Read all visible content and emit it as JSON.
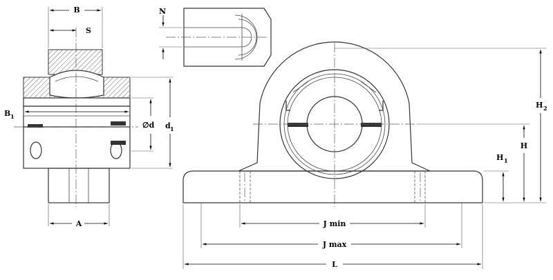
{
  "labels": {
    "B": "B",
    "S": "S",
    "N": "N",
    "B1": "B",
    "B1_sub": "1",
    "phi_d": "∅d",
    "d1": "d",
    "d1_sub": "1",
    "H2": "H",
    "H2_sub": "2",
    "H": "H",
    "H1": "H",
    "H1_sub": "1",
    "A": "A",
    "J_min": "J min",
    "J_max": "J max",
    "L": "L"
  }
}
